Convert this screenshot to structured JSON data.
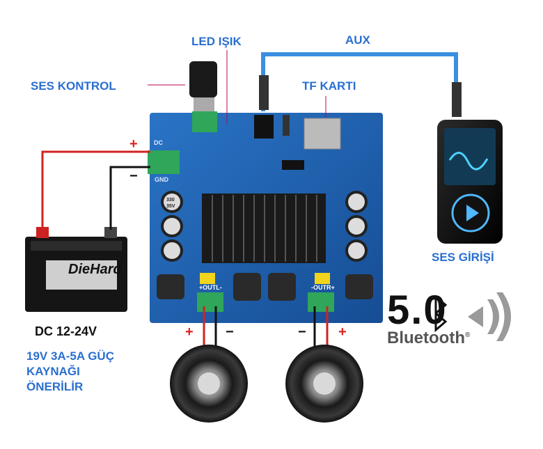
{
  "labels": {
    "led": "LED IŞIK",
    "aux": "AUX",
    "volume": "SES KONTROL",
    "tf": "TF KARTI",
    "input": "SES GİRİŞİ",
    "dc": "DC 12-24V",
    "power_line1": "19V 3A-5A GÜÇ",
    "power_line2": "KAYNAĞI",
    "power_line3": "ÖNERİLİR"
  },
  "battery": {
    "brand": "DieHard"
  },
  "board": {
    "power_terminal": "DC",
    "gnd": "GND",
    "out_left": "+OUTL-",
    "out_right": "-OUTR+",
    "cap_value": "330",
    "cap_voltage": "35V"
  },
  "signs": {
    "plus": "+",
    "minus": "−"
  },
  "bluetooth": {
    "version": "5.0",
    "text": "Bluetooth",
    "trademark": "®"
  },
  "colors": {
    "label_blue": "#2a6fd0",
    "board_blue": "#1e5fae",
    "wire_red": "#d22222",
    "wire_black": "#111111",
    "aux_cable": "#3a8fe0"
  }
}
